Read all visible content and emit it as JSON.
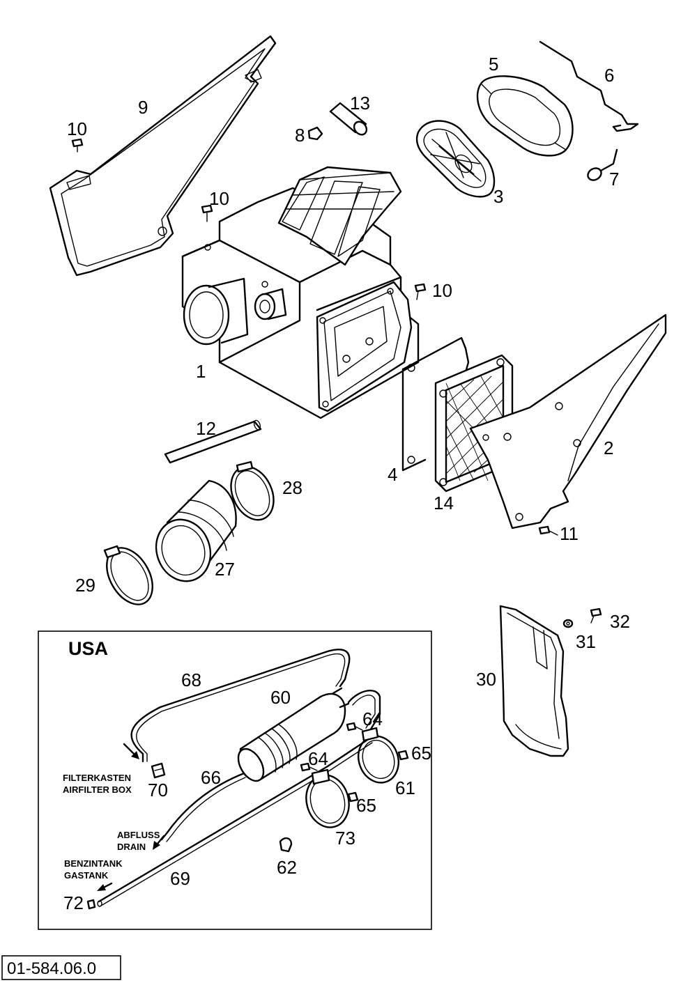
{
  "part_labels": {
    "n1": "1",
    "n2": "2",
    "n3": "3",
    "n4": "4",
    "n5": "5",
    "n6": "6",
    "n7": "7",
    "n8": "8",
    "n9": "9",
    "n10a": "10",
    "n10b": "10",
    "n10c": "10",
    "n11": "11",
    "n12": "12",
    "n13": "13",
    "n14": "14",
    "n27": "27",
    "n28": "28",
    "n29": "29",
    "n30": "30",
    "n31": "31",
    "n32": "32"
  },
  "usa_inset": {
    "title": "USA",
    "labels": {
      "n60": "60",
      "n61": "61",
      "n62": "62",
      "n64a": "64",
      "n64b": "64",
      "n65a": "65",
      "n65b": "65",
      "n66": "66",
      "n68": "68",
      "n69": "69",
      "n70": "70",
      "n72": "72",
      "n73": "73"
    },
    "annotations": {
      "filterkasten": "FILTERKASTEN",
      "airfilter_box": "AIRFILTER BOX",
      "abfluss": "ABFLUSS",
      "drain": "DRAIN",
      "benzintank": "BENZINTANK",
      "gastank": "GASTANK"
    }
  },
  "reference_number": "01-584.06.0"
}
